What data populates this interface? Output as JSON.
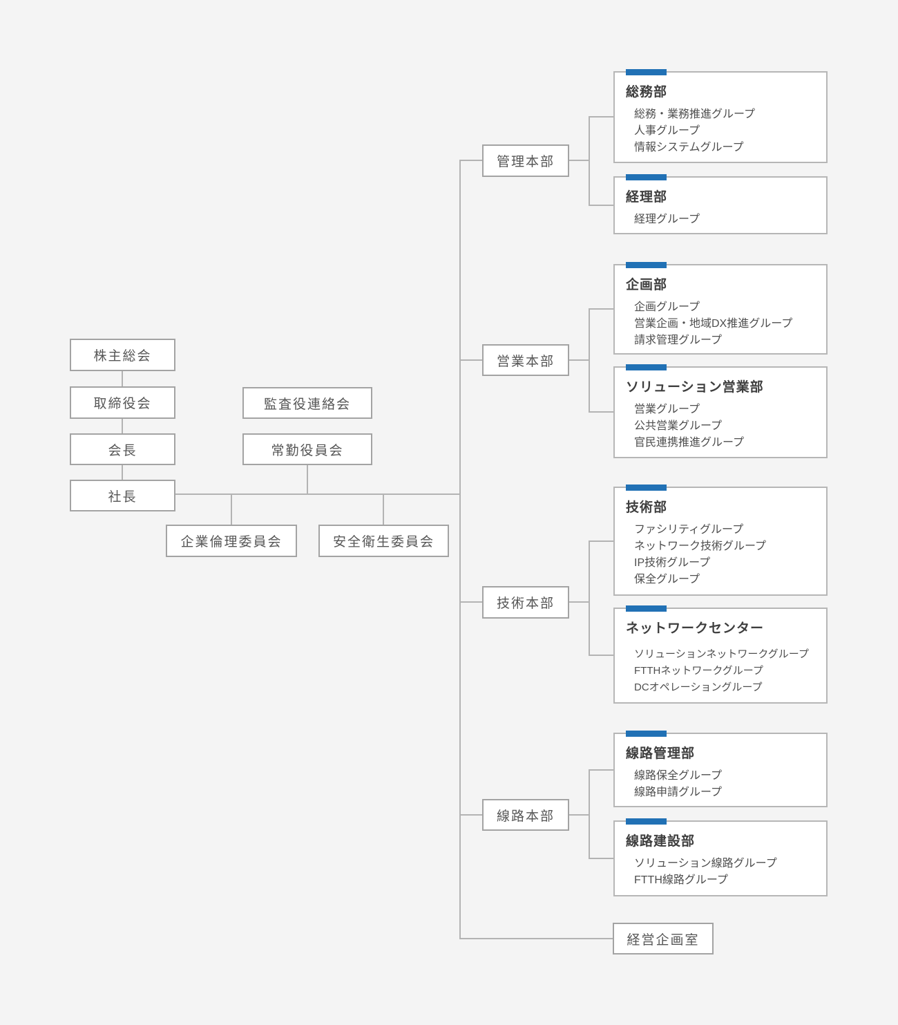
{
  "palette": {
    "background": "#f4f4f4",
    "accent_blue": "#2171b5",
    "box_border": "#a3a3a3",
    "card_border": "#b6b6b6",
    "connector": "#b3b3b3"
  },
  "governance": {
    "shareholders": "株主総会",
    "board": "取締役会",
    "chairman": "会長",
    "president": "社長",
    "audit_liaison": "監査役連絡会",
    "standing_officers": "常勤役員会",
    "ethics_committee": "企業倫理委員会",
    "safety_committee": "安全衛生委員会"
  },
  "divisions": [
    {
      "label": "管理本部",
      "departments": [
        {
          "title": "総務部",
          "groups": [
            "総務・業務推進グループ",
            "人事グループ",
            "情報システムグループ"
          ]
        },
        {
          "title": "経理部",
          "groups": [
            "経理グループ"
          ]
        }
      ]
    },
    {
      "label": "営業本部",
      "departments": [
        {
          "title": "企画部",
          "groups": [
            "企画グループ",
            "営業企画・地域DX推進グループ",
            "請求管理グループ"
          ]
        },
        {
          "title": "ソリューション営業部",
          "groups": [
            "営業グループ",
            "公共営業グループ",
            "官民連携推進グループ"
          ]
        }
      ]
    },
    {
      "label": "技術本部",
      "departments": [
        {
          "title": "技術部",
          "groups": [
            "ファシリティグループ",
            "ネットワーク技術グループ",
            "IP技術グループ",
            "保全グループ"
          ]
        },
        {
          "title": "ネットワークセンター",
          "groups": [
            "ソリューションネットワークグループ",
            "FTTHネットワークグループ",
            "DCオペレーショングループ"
          ]
        }
      ]
    },
    {
      "label": "線路本部",
      "departments": [
        {
          "title": "線路管理部",
          "groups": [
            "線路保全グループ",
            "線路申請グループ"
          ]
        },
        {
          "title": "線路建設部",
          "groups": [
            "ソリューション線路グループ",
            "FTTH線路グループ"
          ]
        }
      ]
    }
  ],
  "office": {
    "label": "経営企画室"
  }
}
